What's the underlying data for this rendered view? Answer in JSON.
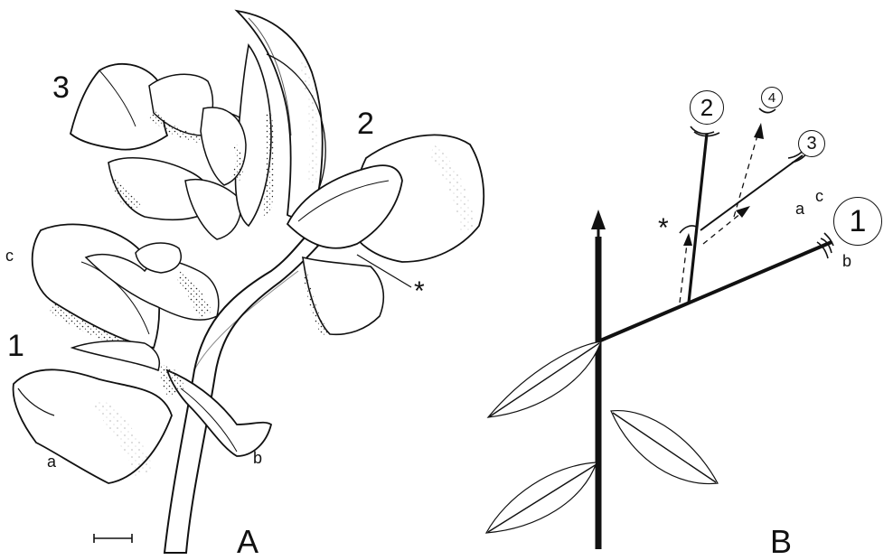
{
  "panel_a": {
    "panel_label": "A",
    "branch_labels": [
      "1",
      "2",
      "3"
    ],
    "flower_parts": [
      "a",
      "b",
      "c"
    ],
    "marker": "*"
  },
  "panel_b": {
    "panel_label": "B",
    "nodes": [
      "1",
      "2",
      "3",
      "4"
    ],
    "flower_parts": [
      "a",
      "b",
      "c"
    ],
    "marker": "*"
  }
}
